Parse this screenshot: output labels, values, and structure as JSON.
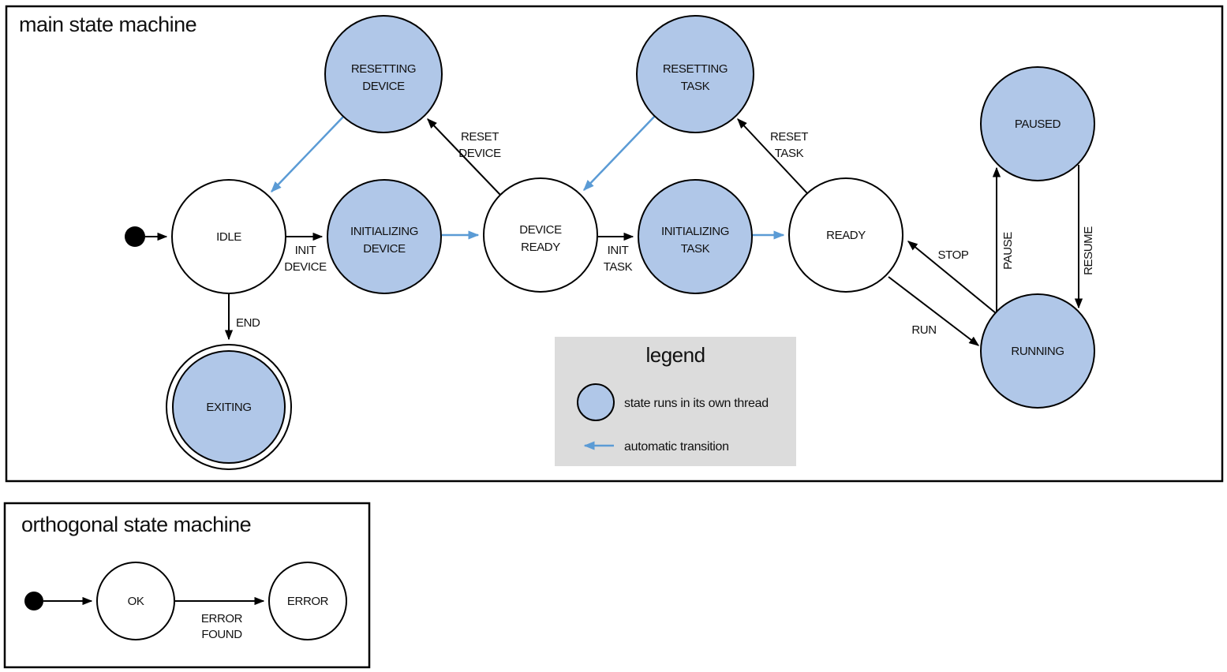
{
  "colors": {
    "threaded_state_fill": "#B0C7E8",
    "automatic_transition": "#5B9BD5",
    "legend_background": "#DCDCDC",
    "stroke": "#000000"
  },
  "main_machine": {
    "title": "main state machine",
    "states": {
      "idle": {
        "label": "IDLE"
      },
      "resetting_device": {
        "line1": "RESETTING",
        "line2": "DEVICE"
      },
      "initializing_device": {
        "line1": "INITIALIZING",
        "line2": "DEVICE"
      },
      "device_ready": {
        "line1": "DEVICE",
        "line2": "READY"
      },
      "resetting_task": {
        "line1": "RESETTING",
        "line2": "TASK"
      },
      "initializing_task": {
        "line1": "INITIALIZING",
        "line2": "TASK"
      },
      "ready": {
        "label": "READY"
      },
      "paused": {
        "label": "PAUSED"
      },
      "running": {
        "label": "RUNNING"
      },
      "exiting": {
        "label": "EXITING"
      }
    },
    "transition_labels": {
      "init_device": {
        "line1": "INIT",
        "line2": "DEVICE"
      },
      "reset_device": {
        "line1": "RESET",
        "line2": "DEVICE"
      },
      "init_task": {
        "line1": "INIT",
        "line2": "TASK"
      },
      "reset_task": {
        "line1": "RESET",
        "line2": "TASK"
      },
      "end": {
        "label": "END"
      },
      "stop": {
        "label": "STOP"
      },
      "run": {
        "label": "RUN"
      },
      "pause": {
        "label": "PAUSE"
      },
      "resume": {
        "label": "RESUME"
      }
    },
    "graph": {
      "threaded_states": [
        "RESETTING DEVICE",
        "INITIALIZING DEVICE",
        "RESETTING TASK",
        "INITIALIZING TASK",
        "PAUSED",
        "RUNNING",
        "EXITING"
      ],
      "final_states": [
        "EXITING"
      ],
      "edges": [
        {
          "from": "initial",
          "to": "IDLE",
          "label": "",
          "automatic": false
        },
        {
          "from": "IDLE",
          "to": "INITIALIZING DEVICE",
          "label": "INIT DEVICE",
          "automatic": false
        },
        {
          "from": "INITIALIZING DEVICE",
          "to": "DEVICE READY",
          "label": "",
          "automatic": true
        },
        {
          "from": "DEVICE READY",
          "to": "RESETTING DEVICE",
          "label": "RESET DEVICE",
          "automatic": false
        },
        {
          "from": "RESETTING DEVICE",
          "to": "IDLE",
          "label": "",
          "automatic": true
        },
        {
          "from": "DEVICE READY",
          "to": "INITIALIZING TASK",
          "label": "INIT TASK",
          "automatic": false
        },
        {
          "from": "INITIALIZING TASK",
          "to": "READY",
          "label": "",
          "automatic": true
        },
        {
          "from": "READY",
          "to": "RESETTING TASK",
          "label": "RESET TASK",
          "automatic": false
        },
        {
          "from": "RESETTING TASK",
          "to": "DEVICE READY",
          "label": "",
          "automatic": true
        },
        {
          "from": "READY",
          "to": "RUNNING",
          "label": "RUN",
          "automatic": false
        },
        {
          "from": "RUNNING",
          "to": "READY",
          "label": "STOP",
          "automatic": false
        },
        {
          "from": "RUNNING",
          "to": "PAUSED",
          "label": "PAUSE",
          "automatic": false
        },
        {
          "from": "PAUSED",
          "to": "RUNNING",
          "label": "RESUME",
          "automatic": false
        },
        {
          "from": "IDLE",
          "to": "EXITING",
          "label": "END",
          "automatic": false
        }
      ]
    }
  },
  "legend": {
    "title": "legend",
    "threaded_item_label": "state runs in its own thread",
    "automatic_item_label": "automatic transition"
  },
  "orthogonal_machine": {
    "title": "orthogonal state machine",
    "states": {
      "ok": {
        "label": "OK"
      },
      "error": {
        "label": "ERROR"
      }
    },
    "transition_labels": {
      "error_found": {
        "line1": "ERROR",
        "line2": "FOUND"
      }
    },
    "graph": {
      "edges": [
        {
          "from": "initial",
          "to": "OK",
          "label": "",
          "automatic": false
        },
        {
          "from": "OK",
          "to": "ERROR",
          "label": "ERROR FOUND",
          "automatic": false
        }
      ]
    }
  }
}
